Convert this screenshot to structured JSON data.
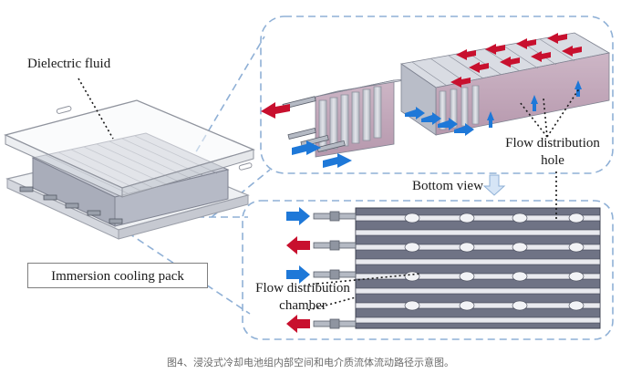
{
  "labels": {
    "dielectric_fluid": "Dielectric fluid",
    "pack": "Immersion cooling pack",
    "flow_hole_line1": "Flow distribution",
    "flow_hole_line2": "hole",
    "bottom_view": "Bottom view",
    "chamber_line1": "Flow distribution",
    "chamber_line2": "chamber"
  },
  "caption": "图4、浸没式冷却电池组内部空间和电介质流体流动路径示意图。",
  "colors": {
    "inlet_arrow": "#1e78d8",
    "outlet_arrow": "#c8102e",
    "dash_frame": "#8fb0d6",
    "cell": "#c9ccd6",
    "chamber": "#6f7385"
  },
  "bottom_arrows": [
    "inlet",
    "outlet",
    "inlet",
    "outlet"
  ]
}
